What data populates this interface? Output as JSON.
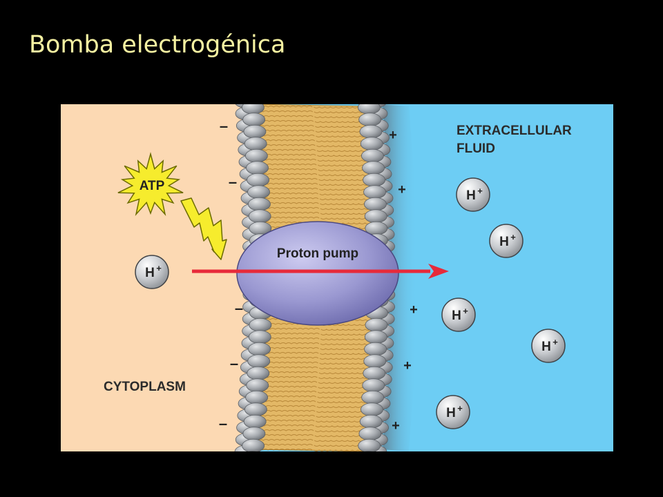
{
  "slide": {
    "title": "Bomba electrogénica"
  },
  "diagram": {
    "cytoplasm_label": "CYTOPLASM",
    "extracellular_label_line1": "EXTRACELLULAR",
    "extracellular_label_line2": "FLUID",
    "pump_label": "Proton pump",
    "atp_label": "ATP",
    "ion_label": "H",
    "ion_charge": "+",
    "inside_charge": "–",
    "outside_charge": "+",
    "colors": {
      "cytoplasm": "#fcd9b3",
      "extracellular": "#6dcdf4",
      "lipid_tail": "#e3b866",
      "head": "#a4a8ad",
      "pump": "#9c9ad3",
      "arrow": "#e72a3a",
      "atp_burst": "#f6ec2d"
    }
  }
}
